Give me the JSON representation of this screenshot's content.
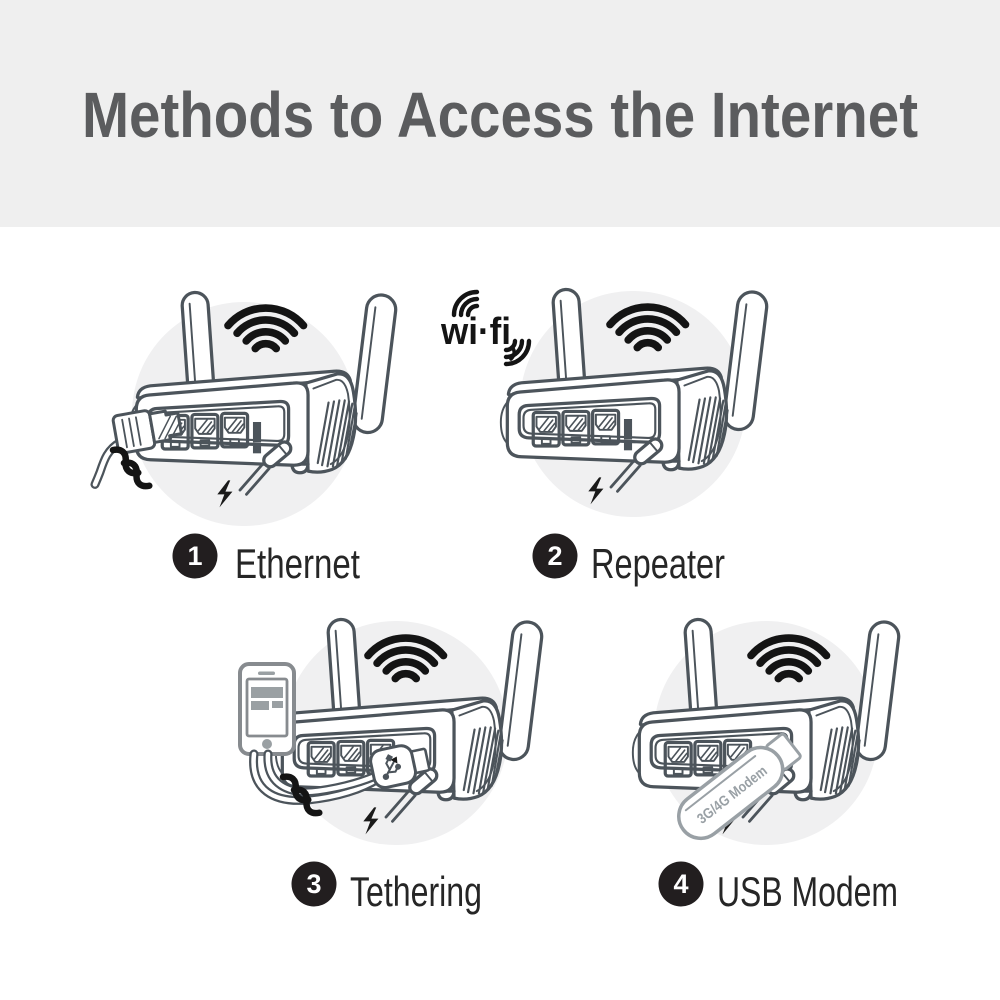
{
  "header": {
    "title": "Methods to Access the Internet",
    "background": "#efefef",
    "text_color": "#5b5c5e"
  },
  "methods": [
    {
      "number": "1",
      "label": "Ethernet"
    },
    {
      "number": "2",
      "label": "Repeater"
    },
    {
      "number": "3",
      "label": "Tethering"
    },
    {
      "number": "4",
      "label": "USB Modem"
    }
  ],
  "wifi_logo": {
    "text": "wi·fi"
  },
  "modem_label": "3G/4G Modem",
  "icons": [
    "wifi-signal-icon",
    "lightning-bolt-icon",
    "ethernet-cable-icon",
    "smartphone-icon",
    "usb-plug-icon",
    "usb-modem-icon",
    "router-icon"
  ],
  "colors": {
    "line_art": "#4c545b",
    "signal_black": "#141414",
    "badge": "#221e1f",
    "circle_bg": "#f0f0f1",
    "modem_gray": "#99a0a5",
    "label_text": "#262626"
  }
}
